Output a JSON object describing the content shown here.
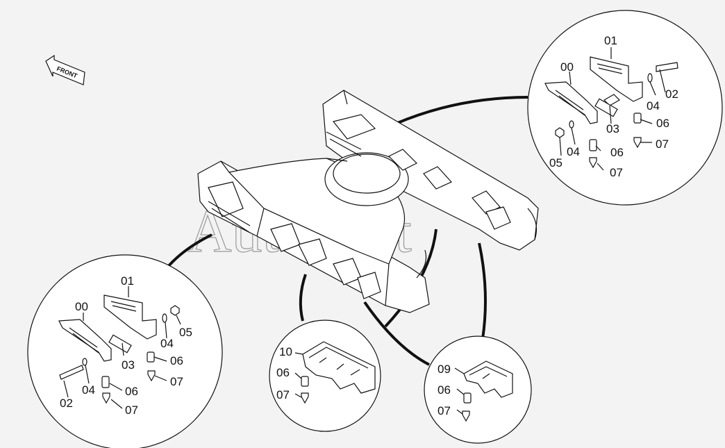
{
  "watermark": "AutoSoft",
  "front_label": "FRONT",
  "callouts": {
    "top_right": [
      "01",
      "00",
      "02",
      "04",
      "03",
      "06",
      "05",
      "04",
      "06",
      "07",
      "07"
    ],
    "bottom_left": [
      "01",
      "00",
      "05",
      "04",
      "03",
      "06",
      "04",
      "06",
      "07",
      "02",
      "07"
    ],
    "bottom_center": [
      "10",
      "06",
      "07"
    ],
    "bottom_right": [
      "09",
      "06",
      "07"
    ]
  }
}
